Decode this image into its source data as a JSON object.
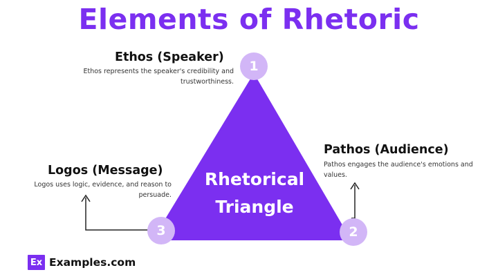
{
  "title": "Elements of Rhetoric",
  "center_label": [
    "Rhetorical",
    "Triangle"
  ],
  "nodes": [
    {
      "number": "1",
      "heading": "Ethos (Speaker)",
      "description": [
        "Ethos represents the speaker's credibility and",
        "trustworthiness."
      ]
    },
    {
      "number": "2",
      "heading": "Pathos (Audience)",
      "description": [
        "Pathos engages the audience's emotions and",
        "values."
      ]
    },
    {
      "number": "3",
      "heading": "Logos (Message)",
      "description": [
        "Logos uses logic, evidence, and reason to",
        "persuade."
      ]
    }
  ],
  "brand": {
    "logo_text": "Ex",
    "name": "Examples.com"
  },
  "colors": {
    "accent": "#7b2ff0",
    "badge": "#d2b6f7"
  }
}
